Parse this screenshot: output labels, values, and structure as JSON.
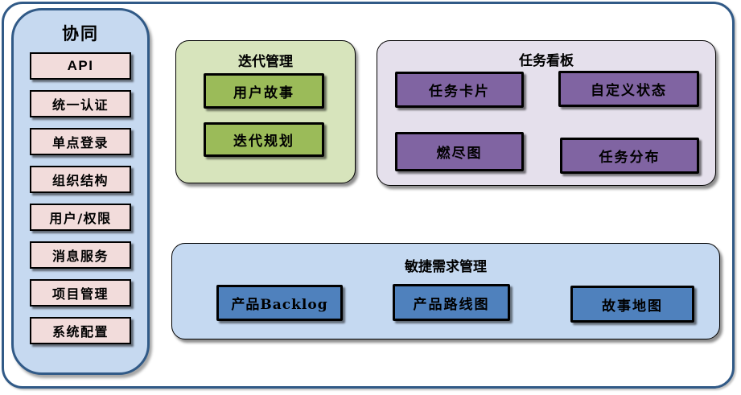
{
  "colors": {
    "frame_border": "#315A87",
    "sidebar_fill": "#C6D9F0",
    "sidebar_item_fill": "#F2DCDB",
    "iteration_panel_fill": "#D7E4BC",
    "iteration_item_fill": "#9BBB59",
    "kanban_panel_fill": "#E5E0EC",
    "kanban_item_fill": "#8064A2",
    "agile_panel_fill": "#C5D9F1",
    "agile_item_fill": "#4F81BD"
  },
  "sidebar": {
    "title": "协同",
    "items": [
      "API",
      "统一认证",
      "单点登录",
      "组织结构",
      "用户/权限",
      "消息服务",
      "项目管理",
      "系统配置"
    ]
  },
  "panels": {
    "iteration": {
      "title": "迭代管理",
      "items": [
        "用户故事",
        "迭代规划"
      ]
    },
    "kanban": {
      "title": "任务看板",
      "items": [
        "任务卡片",
        "自定义状态",
        "燃尽图",
        "任务分布"
      ]
    },
    "agile": {
      "title": "敏捷需求管理",
      "items": [
        "产品Backlog",
        "产品路线图",
        "故事地图"
      ]
    }
  }
}
